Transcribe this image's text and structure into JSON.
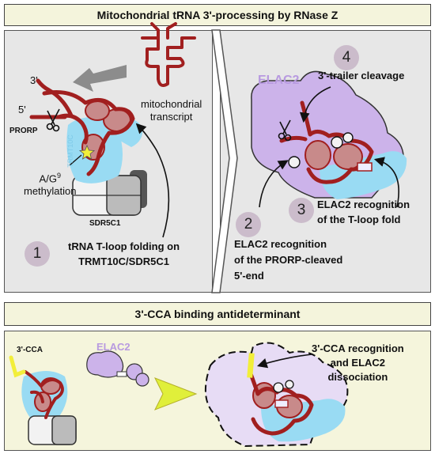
{
  "title": "Mitochondrial tRNA 3'-processing by RNase Z",
  "panel_a": {
    "three_prime": "3'",
    "five_prime": "5'",
    "prorp": "PRORP",
    "trmt10c": "TRMT10C",
    "methylation_line1": "A/G",
    "methylation_sup": "9",
    "methylation_line2": "methylation",
    "sdr5c1": "SDR5C1",
    "transcript_line1": "mitochondrial",
    "transcript_line2": "transcript",
    "step1_number": "1",
    "step1_line1": "tRNA T-loop folding on",
    "step1_line2": "TRMT10C/SDR5C1"
  },
  "panel_b": {
    "elac2": "ELAC2",
    "step4_number": "4",
    "step4_label": "3'-trailer cleavage",
    "step2_number": "2",
    "step2_line1": "ELAC2 recognition",
    "step2_line2": "of the PRORP-cleaved",
    "step2_line3": "5'-end",
    "step3_number": "3",
    "step3_line1": "ELAC2 recognition",
    "step3_line2": "of the T-loop fold"
  },
  "section2_title": "3'-CCA binding antideterminant",
  "panel_c": {
    "cca": "3'-CCA",
    "elac2": "ELAC2",
    "recognition_line1": "3'-CCA recognition",
    "recognition_line2": "and ELAC2",
    "recognition_line3": "dissociation"
  },
  "colors": {
    "trna": "#a11f1f",
    "trna_fill": "#c88a8a",
    "trmt10c": "#99dbf3",
    "elac2": "#ccb3ea",
    "elac2_faint": "#e7dcf5",
    "cca": "#f2ee3a",
    "panel_gray": "#e7e7e7",
    "panel_cream": "#f5f5dc",
    "step_circle": "#cbbccb"
  }
}
